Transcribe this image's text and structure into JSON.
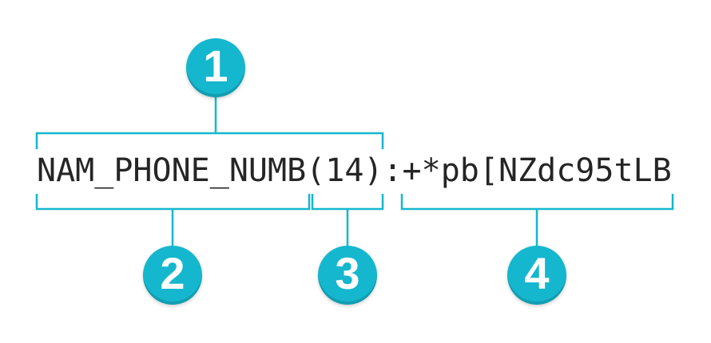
{
  "diagram": {
    "code_string": "NAM_PHONE_NUMB(14):+*pb[NZdc95tLB",
    "callouts": [
      {
        "label": "1",
        "covers": "NAM_PHONE_NUMB(14)",
        "position": "above"
      },
      {
        "label": "2",
        "covers": "NAM_PHONE_NUMB",
        "position": "below"
      },
      {
        "label": "3",
        "covers": "(14)",
        "position": "below"
      },
      {
        "label": "4",
        "covers": "+*pb[NZdc95tLB",
        "position": "below"
      }
    ],
    "colors": {
      "accent": "#15B7CE",
      "accent_dark": "#0D9FB5",
      "text": "#252525",
      "background": "#FFFFFF"
    }
  }
}
